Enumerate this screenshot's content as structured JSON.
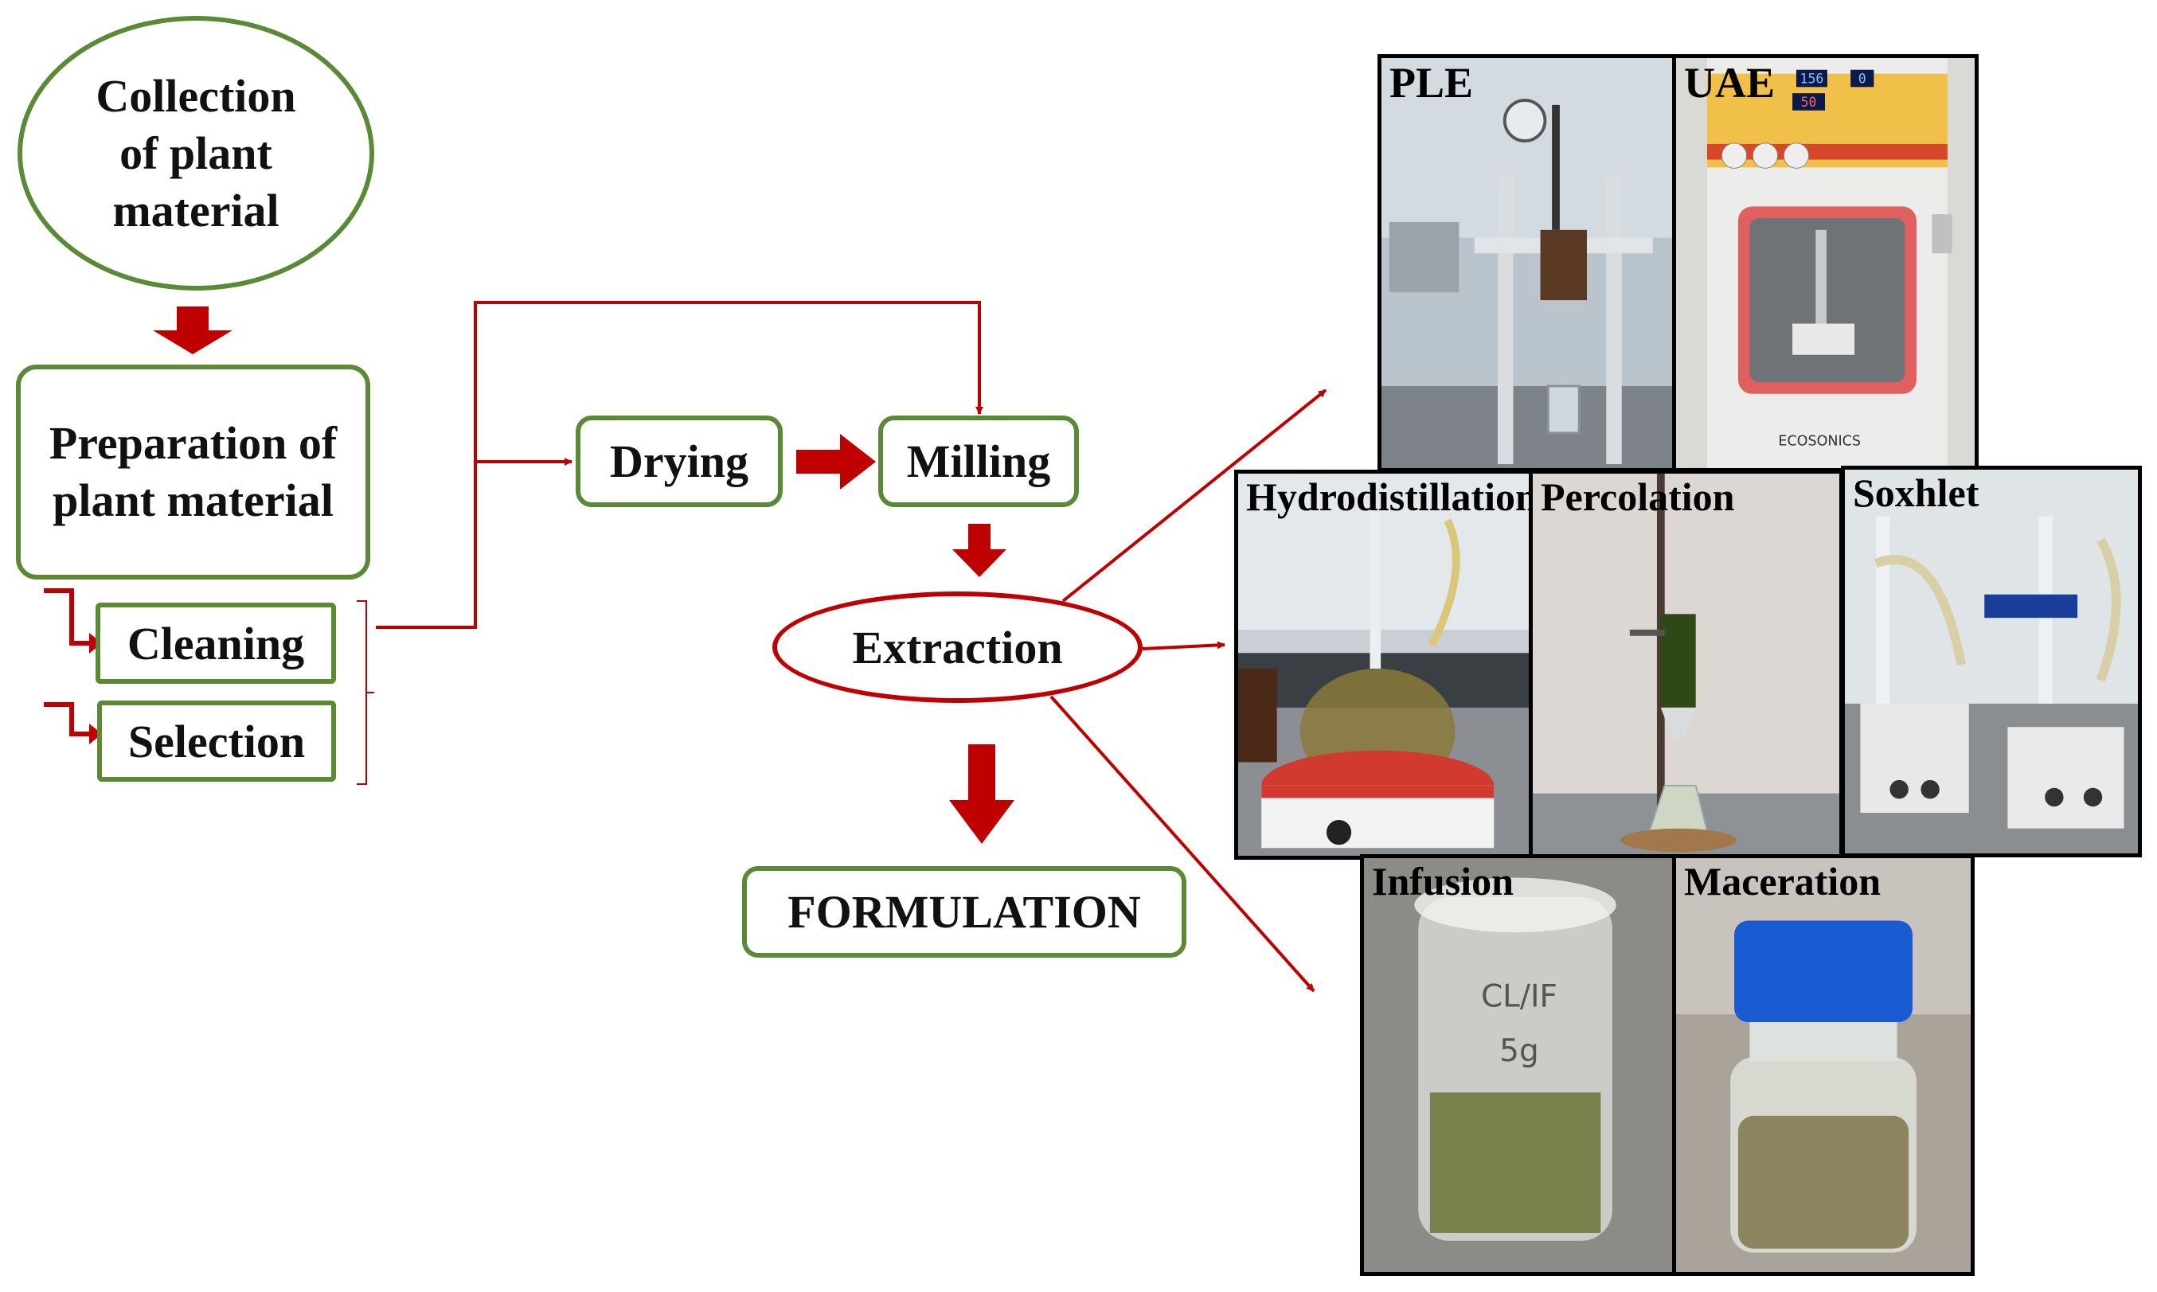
{
  "flow": {
    "collection": "Collection of plant material",
    "preparation": "Preparation of plant material",
    "cleaning": "Cleaning",
    "selection": "Selection",
    "drying": "Drying",
    "milling": "Milling",
    "extraction": "Extraction",
    "formulation": "FORMULATION"
  },
  "methods": {
    "ple": "PLE",
    "uae": "UAE",
    "hydrodistillation": "Hydrodistillation",
    "percolation": "Percolation",
    "soxhlet": "Soxhlet",
    "infusion": "Infusion",
    "maceration": "Maceration"
  },
  "photo_text": {
    "uae_display_1": "156",
    "uae_display_2": "0",
    "uae_display_3": "50",
    "uae_brand": "ECOSONICS",
    "infusion_label_1": "CL/IF",
    "infusion_label_2": "5g"
  },
  "colors": {
    "green_border": "#5a8a35",
    "red_arrow": "#c00000"
  }
}
